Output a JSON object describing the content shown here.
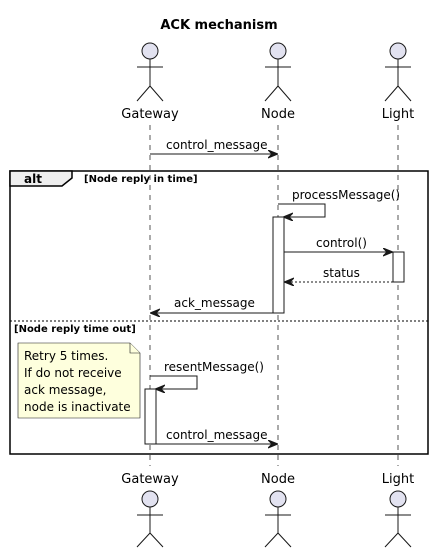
{
  "diagram": {
    "title": "ACK mechanism",
    "actors": [
      {
        "id": "gateway",
        "label": "Gateway"
      },
      {
        "id": "node",
        "label": "Node"
      },
      {
        "id": "light",
        "label": "Light"
      }
    ],
    "messages": [
      {
        "label": "control_message"
      },
      {
        "label": "processMessage()"
      },
      {
        "label": "control()"
      },
      {
        "label": "status"
      },
      {
        "label": "ack_message"
      },
      {
        "label": "resentMessage()"
      },
      {
        "label": "control_message"
      }
    ],
    "alt": {
      "keyword": "alt",
      "guard1": "[Node reply in time]",
      "guard2": "[Node reply time out]"
    },
    "note": {
      "lines": [
        "Retry 5 times.",
        "If do not receive",
        "ack message,",
        "node is inactivate"
      ]
    }
  }
}
